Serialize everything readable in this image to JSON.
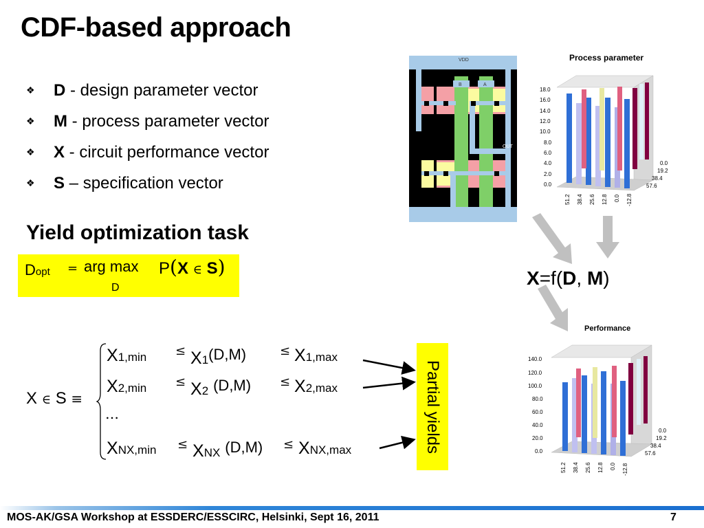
{
  "slide": {
    "title": "CDF-based approach",
    "bullets": [
      {
        "key": "D",
        "text": " - design parameter vector"
      },
      {
        "key": "M",
        "text": " - process parameter vector"
      },
      {
        "key": "X",
        "text": " - circuit performance vector"
      },
      {
        "key": "S",
        "text": " – specification vector"
      }
    ],
    "bullet_icon": "diamond-bullet-icon",
    "yield_title": "Yield optimization task",
    "dopt": {
      "lhs": "D",
      "lhs_sub": "opt",
      "eq": "=",
      "argmax": "arg max",
      "p": "P",
      "x": "X",
      "in": "∈",
      "s": "S",
      "under": "D"
    },
    "xfdm": {
      "x": "X",
      "eq": "=f(",
      "d": "D",
      "comma": ", ",
      "m": "M",
      "close": ")"
    },
    "constraints": {
      "lhs_x": "X",
      "lhs_in": "∈",
      "lhs_s": "S",
      "lhs_equiv": "≡",
      "rows": [
        {
          "min": "X",
          "min_sub": "1,min",
          "mid": "X",
          "mid_sub": "1",
          "arg": "(D,M)",
          "max": "X",
          "max_sub": "1,max"
        },
        {
          "min": "X",
          "min_sub": "2,min",
          "mid": "X",
          "mid_sub": "2",
          "arg": "(D,M)",
          "max": "X",
          "max_sub": "2,max"
        },
        {
          "min": "X",
          "min_sub": "NX,min",
          "mid": "X",
          "mid_sub": "NX",
          "arg": "(D,M)",
          "max": "X",
          "max_sub": "NX,max"
        }
      ],
      "leq": "≤",
      "dots": "…"
    },
    "partial_yields": "Partial yields",
    "layout_labels": {
      "vdd": "VDD",
      "b": "B",
      "a": "A",
      "out": "OUT"
    },
    "chart_process": {
      "title": "Process  parameter",
      "y_ticks": [
        "18.0",
        "16.0",
        "14.0",
        "12.0",
        "10.0",
        "8.0",
        "6.0",
        "4.0",
        "2.0",
        "0.0"
      ],
      "x_ticks": [
        "51.2",
        "38.4",
        "25.6",
        "12.8",
        "0.0",
        "-12.8"
      ],
      "z_ticks": [
        "0.0",
        "19.2",
        "38.4",
        "57.6"
      ]
    },
    "chart_performance": {
      "title": "Performance",
      "y_ticks": [
        "140.0",
        "120.0",
        "100.0",
        "80.0",
        "60.0",
        "40.0",
        "20.0",
        "0.0"
      ],
      "x_ticks": [
        "51.2",
        "38.4",
        "25.6",
        "12.8",
        "0.0",
        "-12.8"
      ],
      "z_ticks": [
        "0.0",
        "19.2",
        "38.4",
        "57.6"
      ]
    },
    "footer": "MOS-AK/GSA Workshop at ESSDERC/ESSCIRC, Helsinki, Sept 16, 2011",
    "page": "7",
    "colors": {
      "highlight": "#ffff00",
      "accent_blue": "#1a6fd0"
    }
  }
}
